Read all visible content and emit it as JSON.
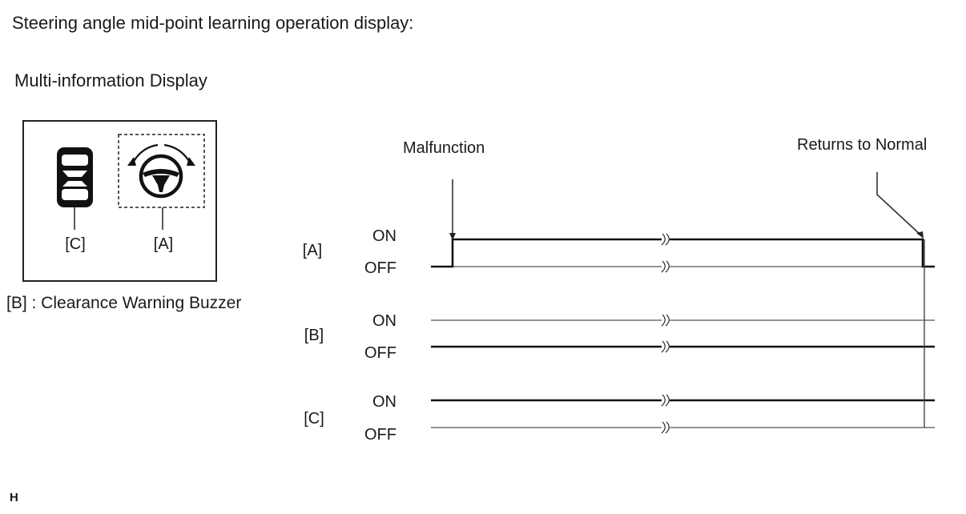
{
  "title": "Steering angle mid-point learning operation display:",
  "subtitle": "Multi-information Display",
  "display_box": {
    "label_c": "[C]",
    "label_a": "[A]"
  },
  "note_b": "[B] : Clearance Warning Buzzer",
  "timing": {
    "event_malfunction": "Malfunction",
    "event_returns": "Returns to Normal",
    "rows": [
      {
        "label": "[A]",
        "on": "ON",
        "off": "OFF"
      },
      {
        "label": "[B]",
        "on": "ON",
        "off": "OFF"
      },
      {
        "label": "[C]",
        "on": "ON",
        "off": "OFF"
      }
    ]
  },
  "footer_mark": "H"
}
